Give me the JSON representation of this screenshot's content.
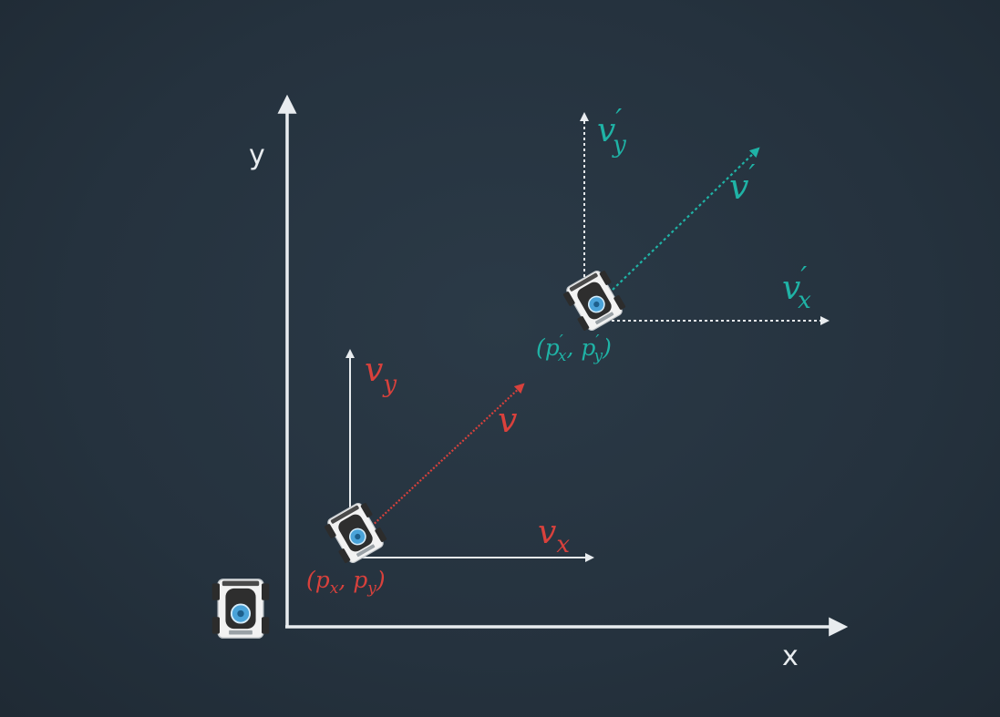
{
  "colors": {
    "background": "#25323e",
    "axis": "#e8ecef",
    "red": "#d9413c",
    "teal": "#1fb3a6",
    "white_dashed": "#e6e9ec"
  },
  "axes": {
    "x_label": "x",
    "y_label": "y"
  },
  "state_current": {
    "position_label": "(p_x, p_y)",
    "position_text": {
      "open": "(",
      "p1": "p",
      "s1": "x",
      "comma": ", ",
      "p2": "p",
      "s2": "y",
      "close": ")"
    },
    "velocity": {
      "main": "v"
    },
    "vx": {
      "main": "v",
      "sub": "x"
    },
    "vy": {
      "main": "v",
      "sub": "y"
    }
  },
  "state_predicted": {
    "position_text": {
      "open": "(",
      "p1": "p",
      "s1": "x",
      "prime": "′",
      "comma": ", ",
      "p2": "p",
      "s2": "y",
      "close": ")"
    },
    "velocity": {
      "main": "v",
      "prime": "′"
    },
    "vx": {
      "main": "v",
      "sub": "x",
      "prime": "′"
    },
    "vy": {
      "main": "v",
      "sub": "y",
      "prime": "′"
    }
  },
  "icons": {
    "robot": "robot-car-icon"
  }
}
